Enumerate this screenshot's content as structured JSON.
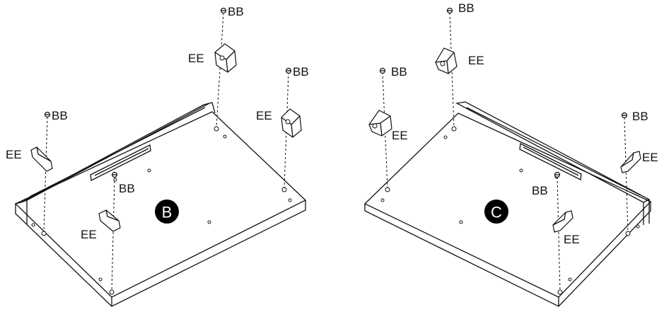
{
  "labels": {
    "screw": "BB",
    "cam": "EE"
  },
  "panels": {
    "left": {
      "badge": "B"
    },
    "right": {
      "badge": "C"
    }
  },
  "colors": {
    "ink": "#111111",
    "paper": "#ffffff",
    "badge": "#000000"
  }
}
